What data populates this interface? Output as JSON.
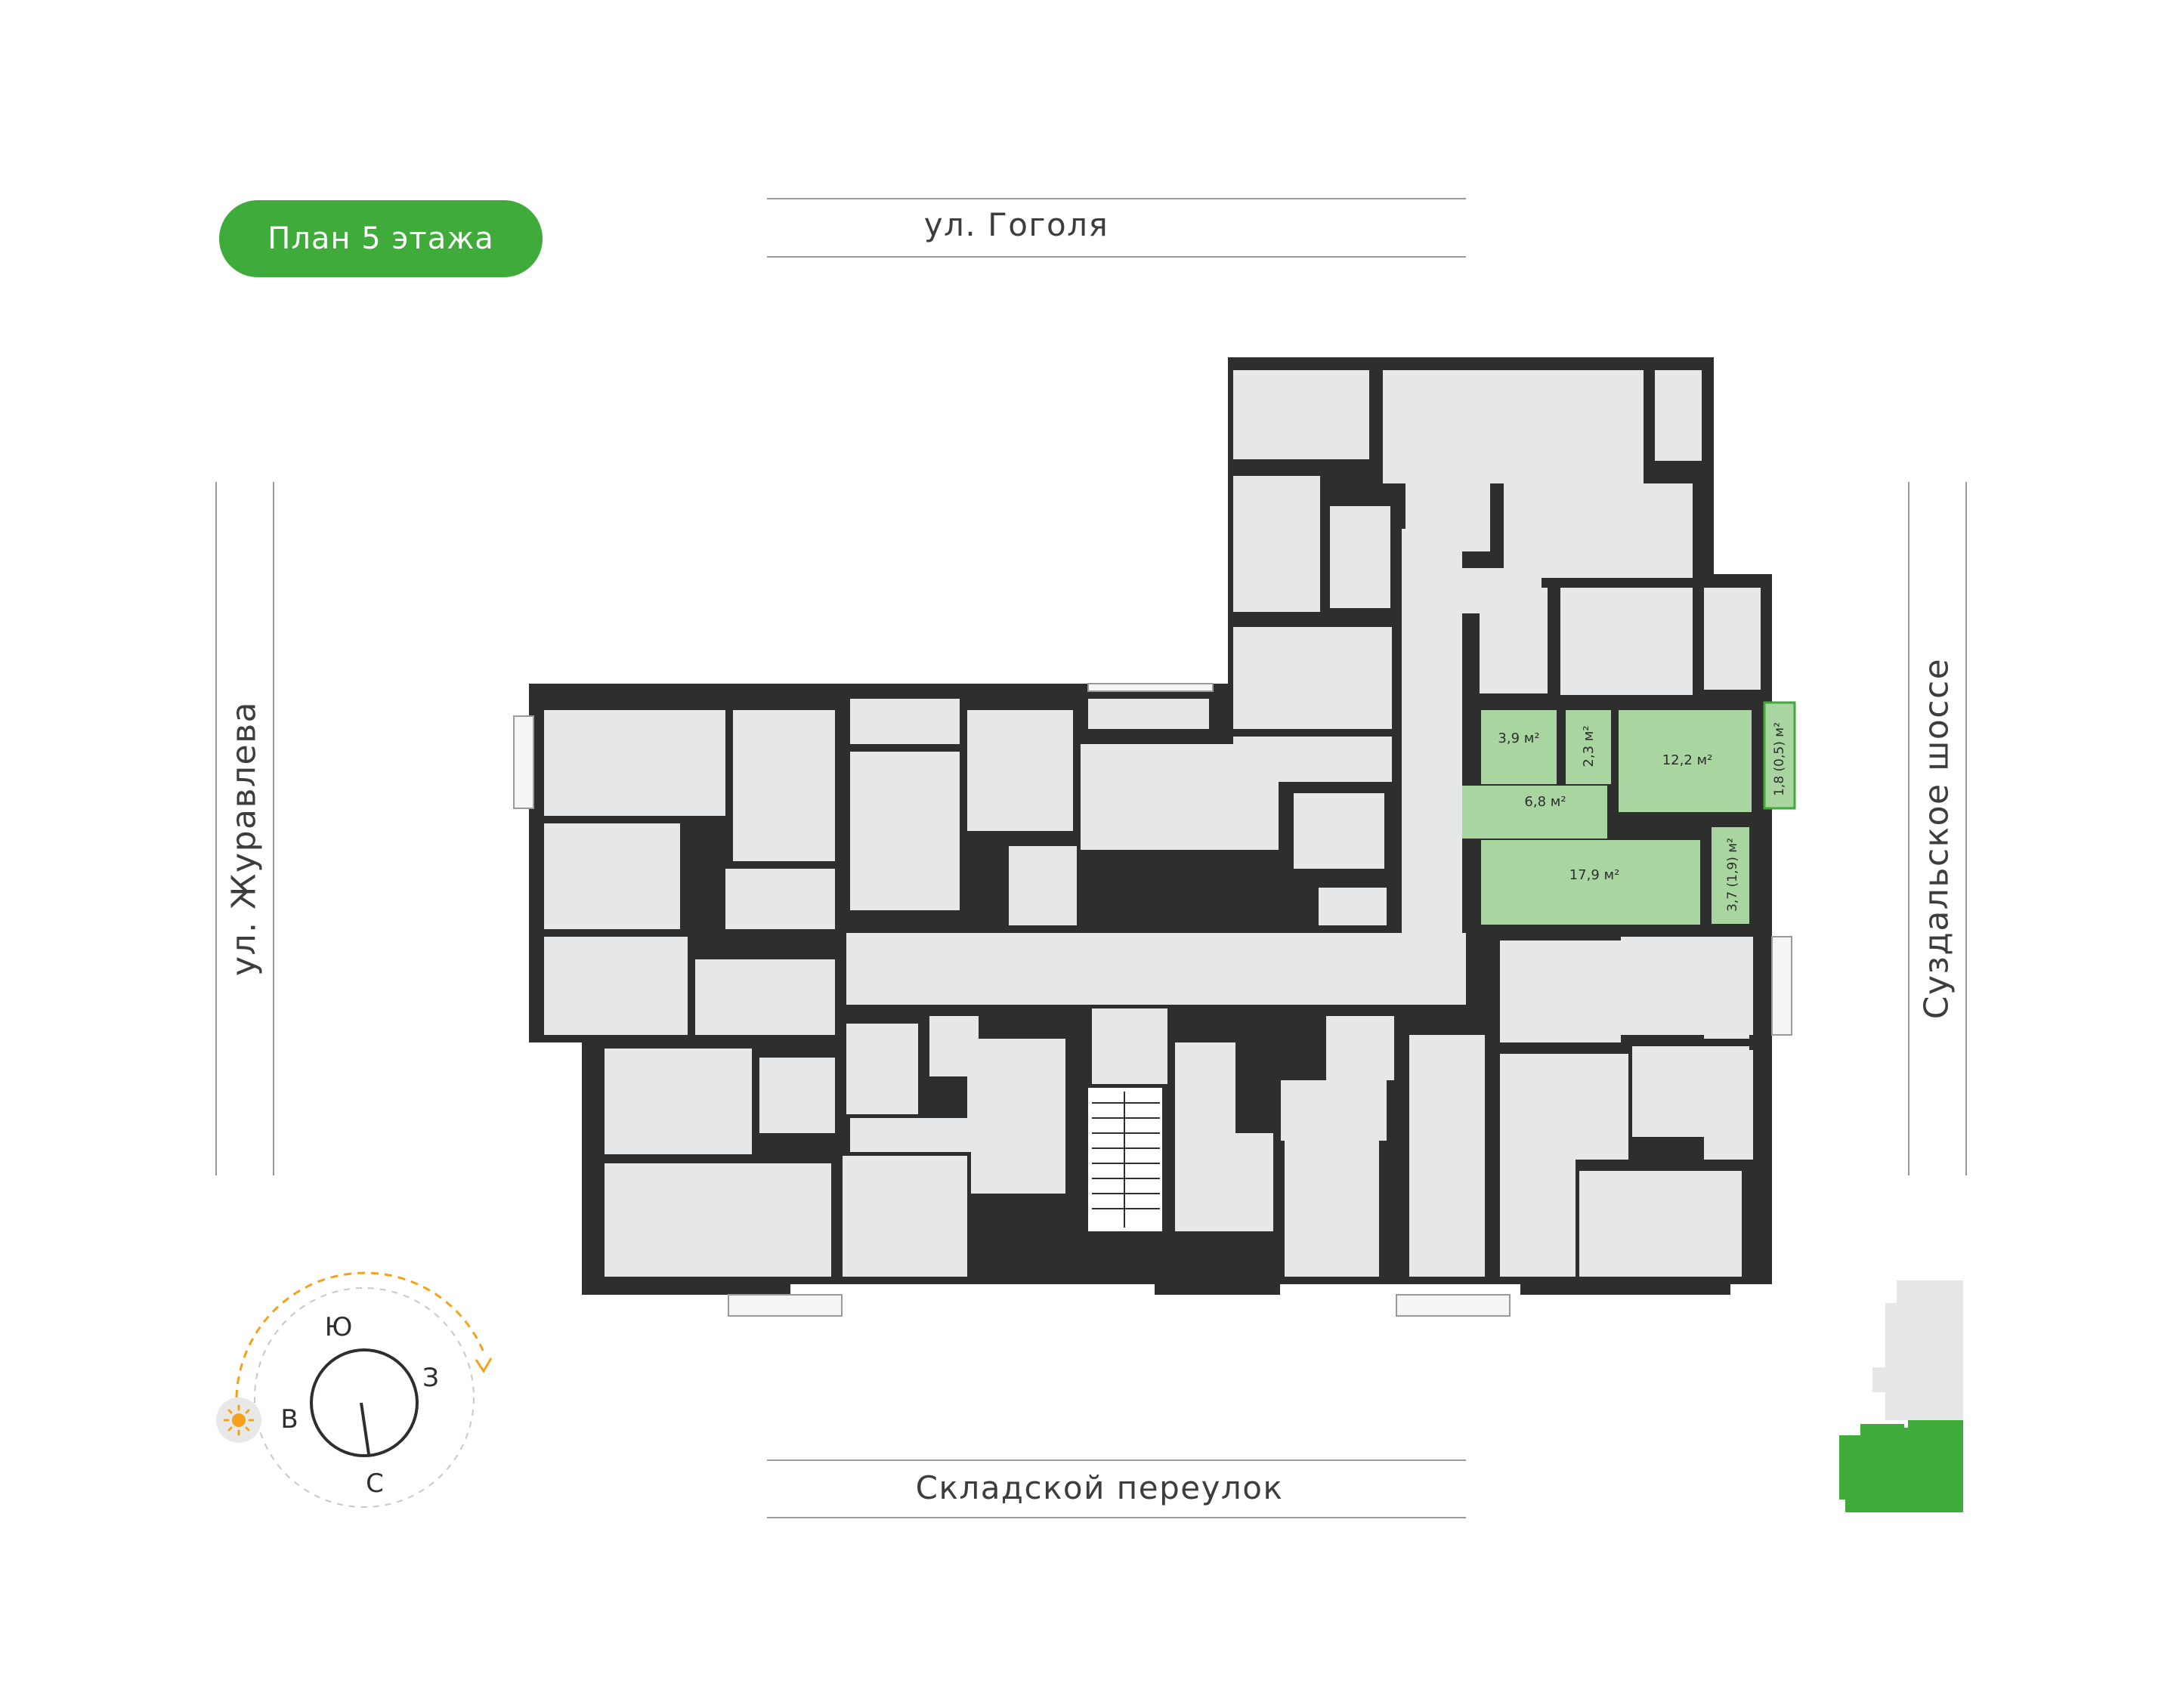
{
  "floor_label": "План 5 этажа",
  "streets": {
    "top": "ул. Гоголя",
    "bottom": "Складской переулок",
    "left": "ул. Журавлева",
    "right": "Суздальское шоссе"
  },
  "compass": {
    "north": "С",
    "south": "Ю",
    "east": "В",
    "west": "З",
    "sun_icon": "sun-icon",
    "accent": "#f4a21c"
  },
  "colors": {
    "wall": "#2e2e2e",
    "room": "#e6e7e8",
    "highlight": "#a8d5a0",
    "highlight_border": "#3fab3a",
    "key_plan": "#3fab3a"
  },
  "apartment": {
    "rooms": [
      {
        "id": "r39",
        "label": "3,9 м²"
      },
      {
        "id": "r23",
        "label": "2,3 м²"
      },
      {
        "id": "r122",
        "label": "12,2 м²"
      },
      {
        "id": "r18",
        "label": "1,8 (0,5) м²"
      },
      {
        "id": "r68",
        "label": "6,8 м²"
      },
      {
        "id": "r179",
        "label": "17,9 м²"
      },
      {
        "id": "r37",
        "label": "3,7 (1,9) м²"
      }
    ]
  }
}
